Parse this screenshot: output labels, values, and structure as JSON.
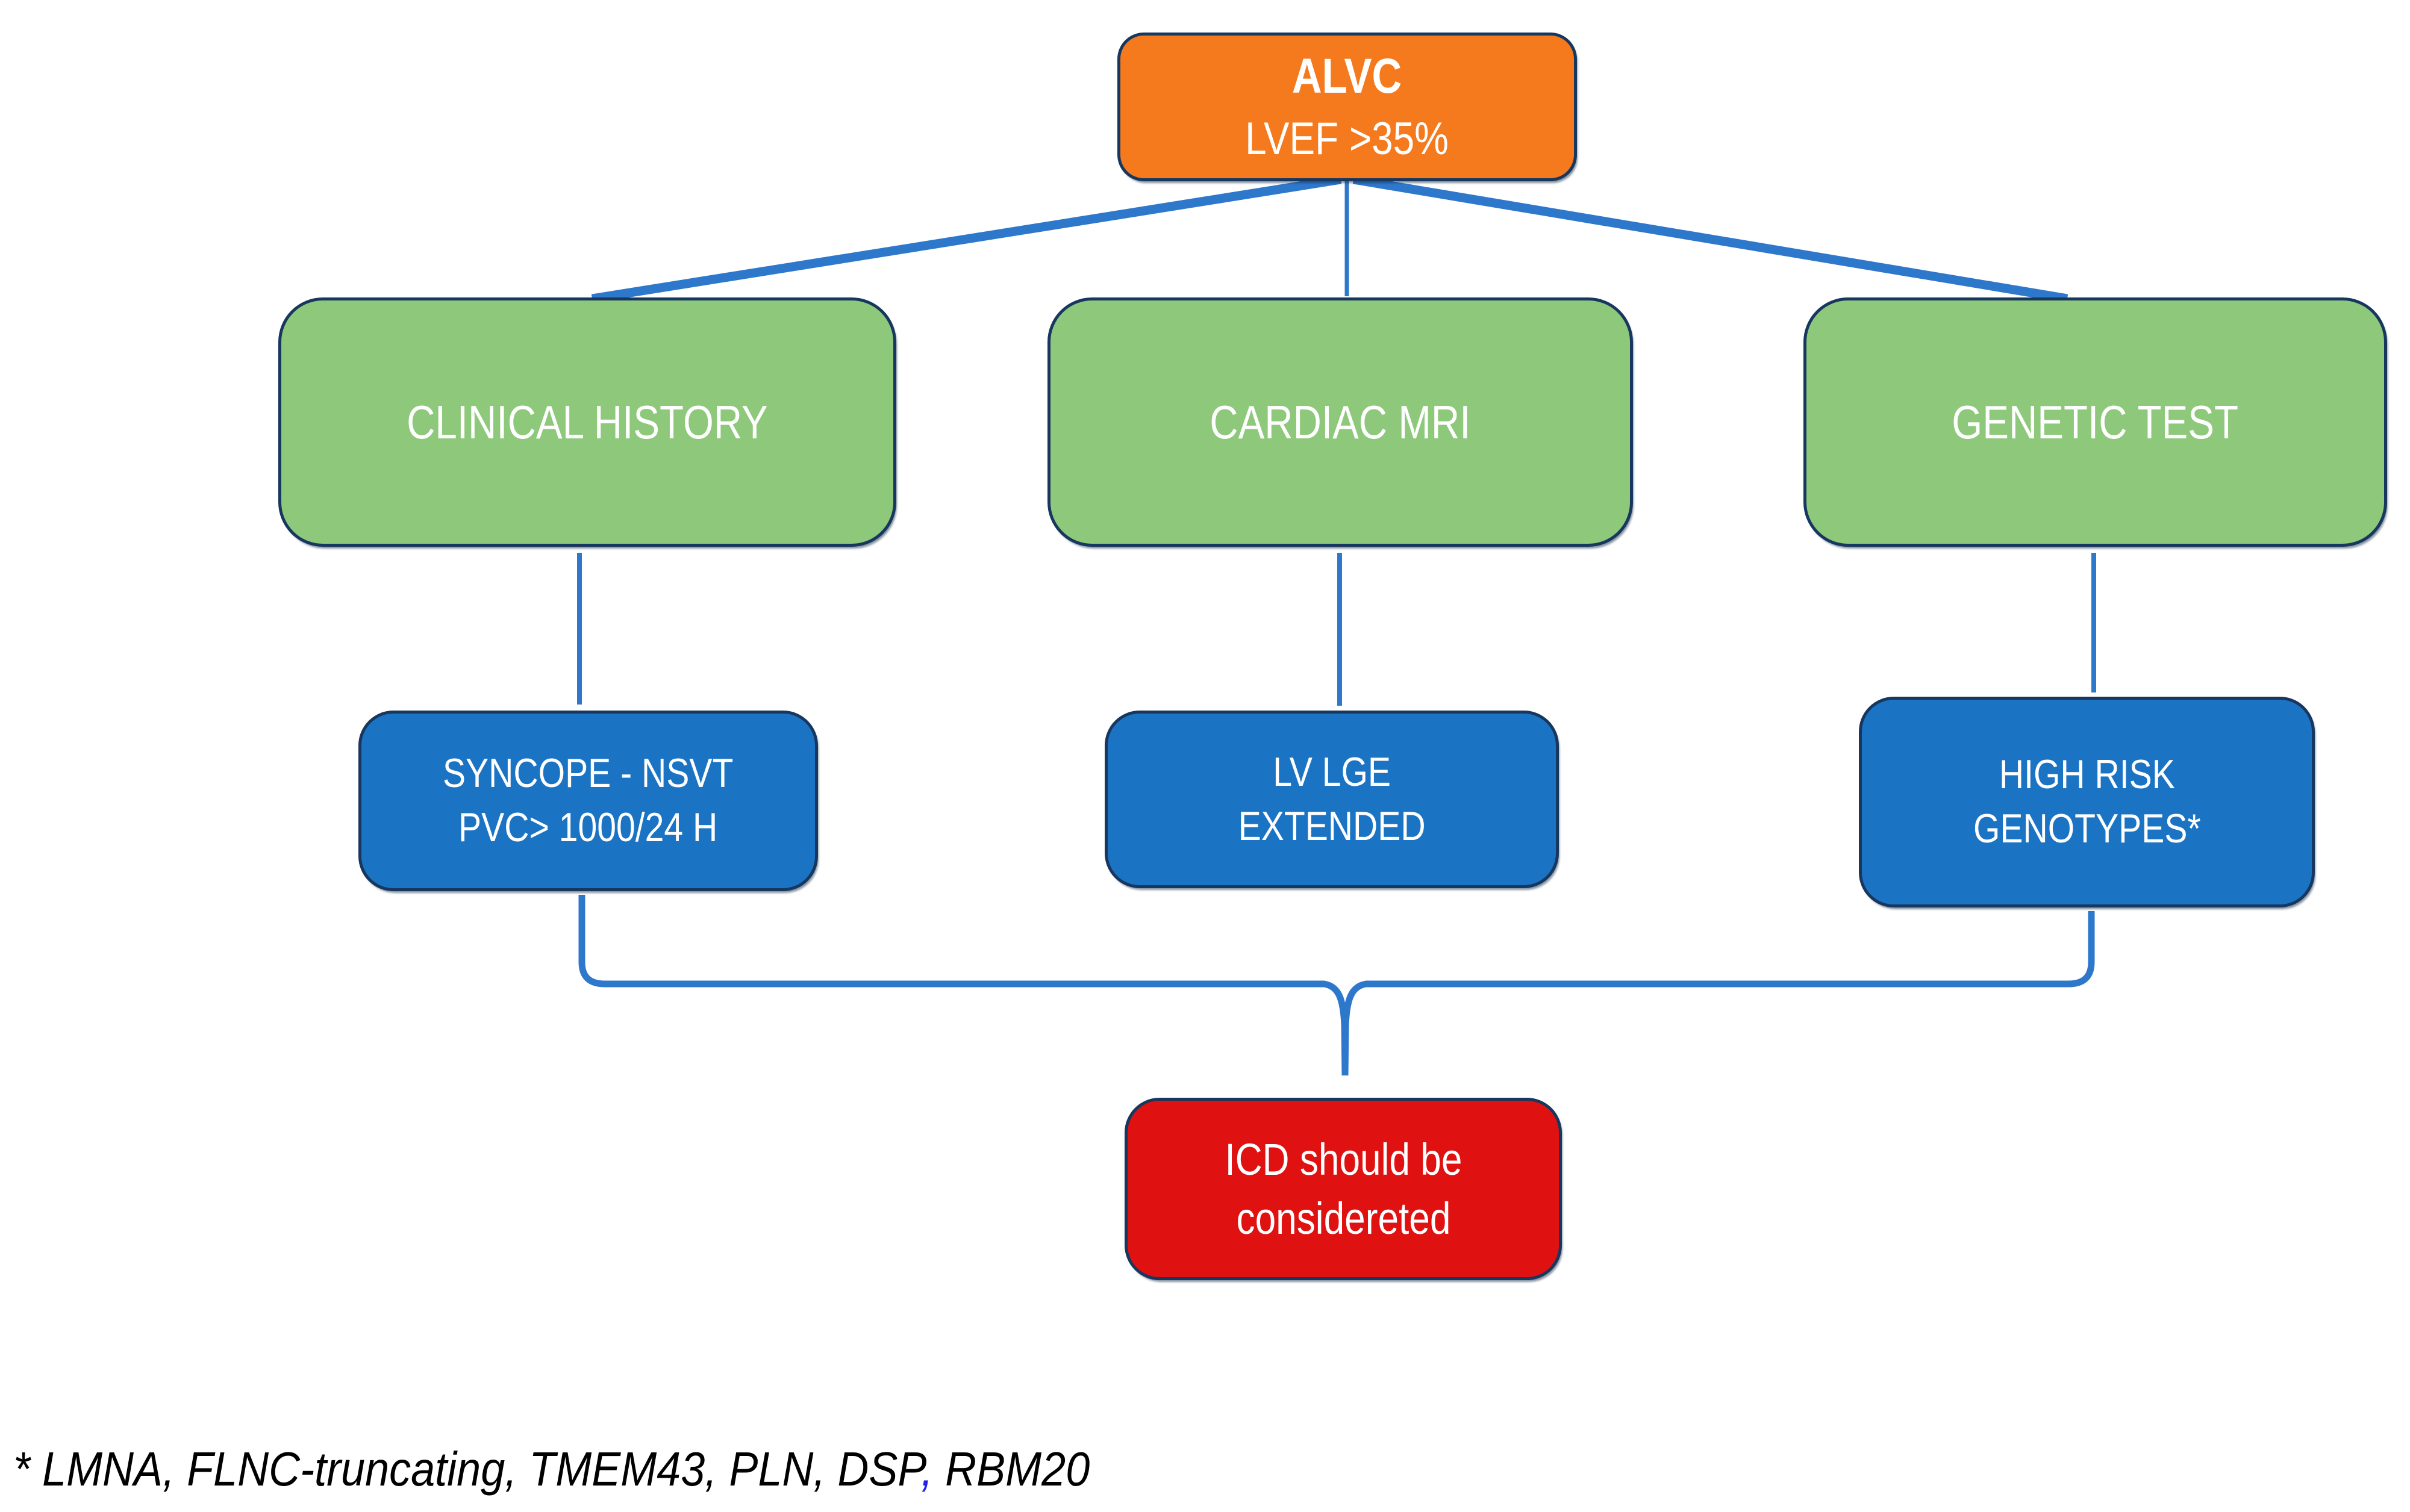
{
  "diagram": {
    "root": {
      "title": "ALVC",
      "subtitle": "LVEF >35%"
    },
    "branches": [
      {
        "label": "CLINICAL HISTORY",
        "criterion_line1": "SYNCOPE - NSVT",
        "criterion_line2": "PVC> 1000/24 H"
      },
      {
        "label": "CARDIAC MRI",
        "criterion_line1": "LV LGE",
        "criterion_line2": "EXTENDED"
      },
      {
        "label": "GENETIC TEST",
        "criterion_line1": "HIGH RISK",
        "criterion_line2": "GENOTYPES*"
      }
    ],
    "outcome": {
      "line1": "ICD should be",
      "line2": "considereted"
    },
    "footnote": {
      "before_comma": "* LMNA, FLNC-truncating, TMEM43, PLN, DSP",
      "comma": ",",
      "after_comma": " RBM20"
    }
  },
  "colors": {
    "orange": "#F5791D",
    "green": "#8EC87B",
    "blue": "#1B73C4",
    "red": "#DF1111",
    "ink": "#17375E",
    "connector": "#2E78CC",
    "comma": "#2222E8",
    "text": "#FFFFFF"
  }
}
